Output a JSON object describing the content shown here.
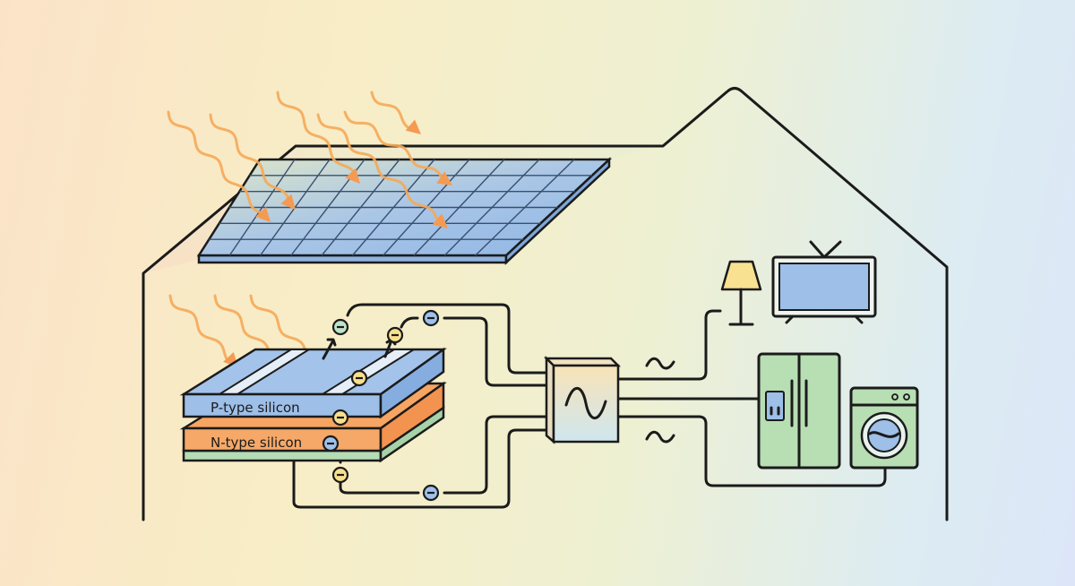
{
  "labels": {
    "p_layer": "P-type silicon",
    "n_layer": "N-type silicon"
  },
  "colors": {
    "panel_blue": "#9dbfe8",
    "n_orange": "#f6a868",
    "base_green": "#b5dcb4",
    "sun_ray": "#f5a857",
    "electron_yellow": "#f7df8c",
    "electron_blue": "#9fc1ea",
    "electron_green": "#bfe2c8",
    "fridge_green": "#b8deb3",
    "lamp_yellow": "#f8e190"
  },
  "icons": [
    "sun-ray",
    "electron",
    "inverter-ac-wave",
    "lamp",
    "television",
    "refrigerator",
    "washing-machine"
  ]
}
